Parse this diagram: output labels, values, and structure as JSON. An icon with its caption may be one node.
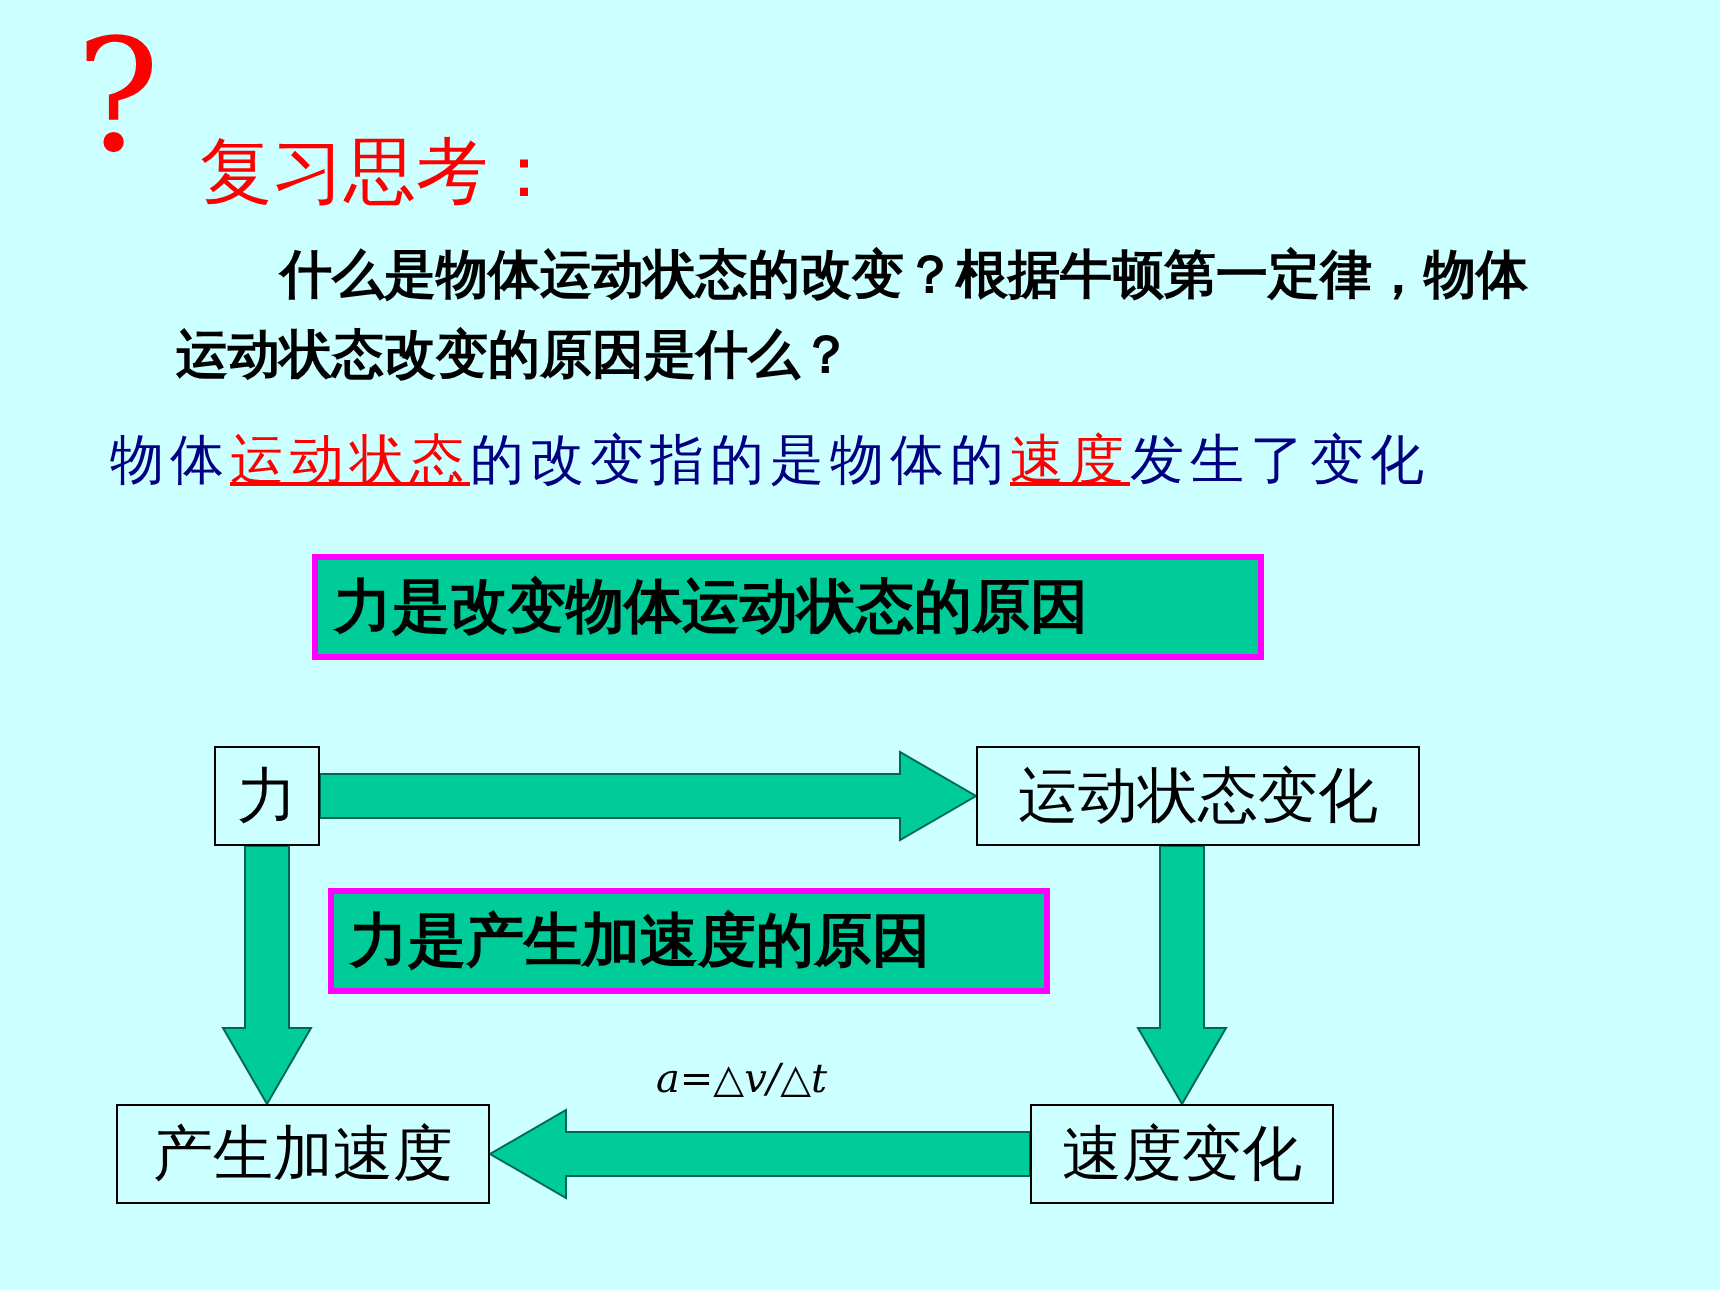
{
  "diagram": {
    "title": "复习思考：",
    "nodes": [
      {
        "text": [
          "力是改变物体运动状态的原因"
        ]
      },
      {
        "text": [
          "力"
        ]
      },
      {
        "text": [
          "运动状态变化"
        ]
      },
      {
        "text": [
          "力是产生加速度的原因"
        ]
      },
      {
        "text": [
          "产生加速度"
        ]
      },
      {
        "text": [
          "速度变化"
        ]
      }
    ],
    "edges": [
      {
        "from": 1,
        "to": 2,
        "arrow": "to"
      },
      {
        "from": 2,
        "to": 5,
        "arrow": "to"
      },
      {
        "from": 5,
        "to": 4,
        "arrow": "to",
        "label": "a=△v/△t"
      },
      {
        "from": 1,
        "to": 4,
        "arrow": "to"
      }
    ],
    "labels": [
      "?",
      "什么是物体运动状态的改变？根据牛顿第一定律，物体运动状态改变的原因是什么？",
      "物体**运动状态**的改变指的是物体的**速度**发生了变化"
    ]
  }
}
